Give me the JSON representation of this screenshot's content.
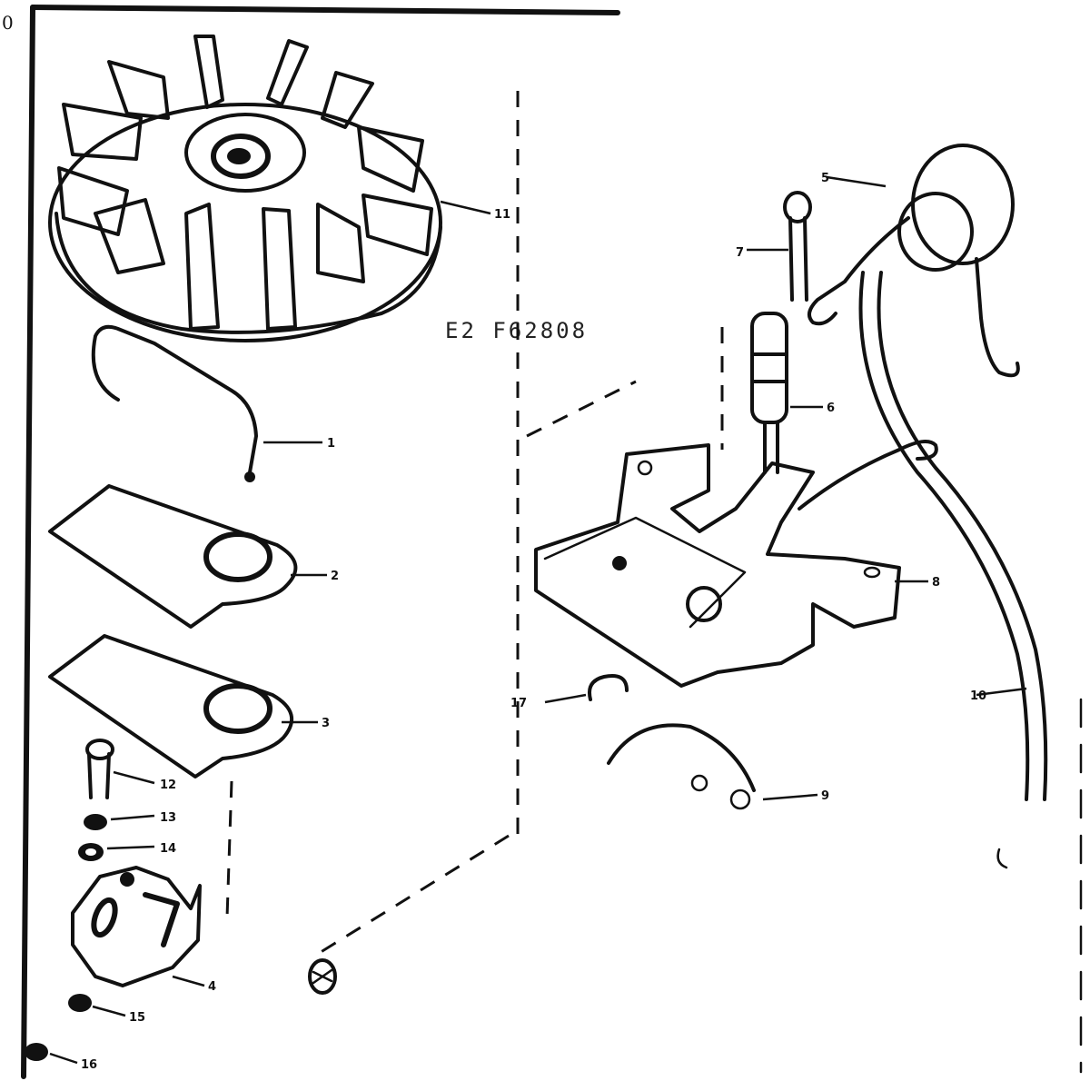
{
  "diagram": {
    "corner_mark": "0",
    "drawing_code": "E2 F62808",
    "callouts": {
      "flywheel": "11",
      "spring": "1",
      "gasket_upper": "2",
      "gasket_lower": "3",
      "screw": "12",
      "lockwasher": "13",
      "washer": "14",
      "bracket": "4",
      "nut_small": "15",
      "nut_large": "16",
      "condenser": "5",
      "bolt": "7",
      "post": "6",
      "breaker_plate": "8",
      "clip": "17",
      "spring_wire": "9",
      "lead_wire": "10"
    }
  }
}
